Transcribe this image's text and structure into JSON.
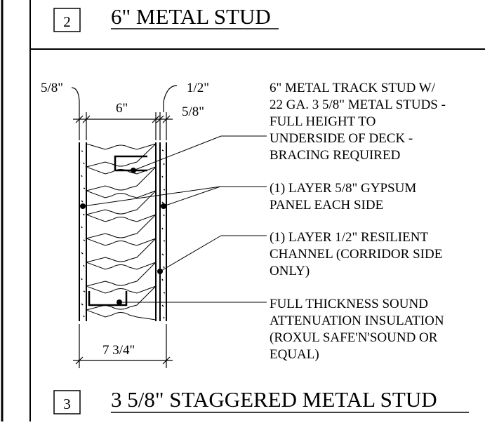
{
  "section_2": {
    "number": "2",
    "title": "6\" METAL STUD"
  },
  "section_3": {
    "number": "3",
    "title": "3 5/8\" STAGGERED METAL STUD"
  },
  "dimensions": {
    "left_finish": "5/8\"",
    "stud_depth": "6\"",
    "channel": "1/2\"",
    "right_finish": "5/8\"",
    "overall": "7 3/4\""
  },
  "notes": [
    {
      "lines": [
        "6\" METAL TRACK STUD W/",
        "22 GA. 3 5/8\" METAL STUDS -",
        "FULL HEIGHT TO",
        "UNDERSIDE OF DECK -",
        "BRACING REQUIRED"
      ]
    },
    {
      "lines": [
        "(1) LAYER 5/8\" GYPSUM",
        "PANEL EACH SIDE"
      ]
    },
    {
      "lines": [
        "(1) LAYER 1/2\" RESILIENT",
        "CHANNEL (CORRIDOR SIDE",
        "ONLY)"
      ]
    },
    {
      "lines": [
        "FULL THICKNESS SOUND",
        "ATTENUATION INSULATION",
        "(ROXUL SAFE'N'SOUND OR",
        "EQUAL)"
      ]
    }
  ]
}
